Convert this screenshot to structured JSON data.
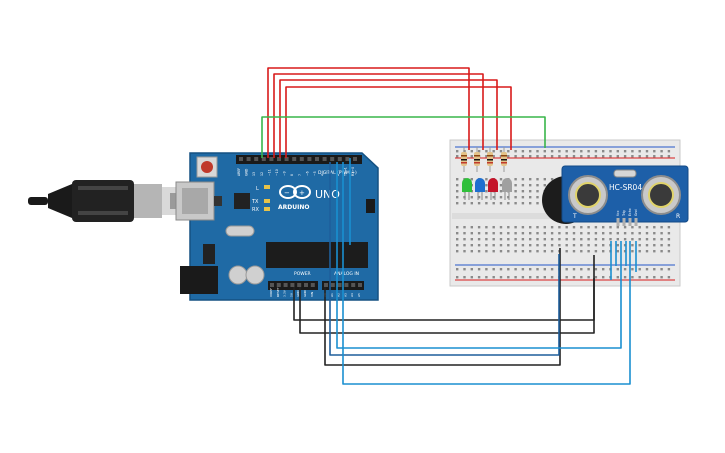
{
  "board": {
    "brand": "ARDUINO",
    "model": "UNO",
    "digital_header": "DIGITAL (PWM ~)",
    "power_header": "POWER",
    "analog_header": "ANALOG IN",
    "led_l": "L",
    "led_tx": "TX",
    "led_rx": "RX",
    "pin_labels_top": [
      "AREF",
      "GND",
      "13",
      "12",
      "~11",
      "~10",
      "~9",
      "8",
      "7",
      "~6",
      "~5",
      "4",
      "~3",
      "2",
      "TX→1",
      "RX←0"
    ],
    "pin_labels_power": [
      "IOREF",
      "RESET",
      "3.3V",
      "5V",
      "GND",
      "GND",
      "VIN"
    ],
    "pin_labels_analog": [
      "A0",
      "A1",
      "A2",
      "A3",
      "A4",
      "A5"
    ]
  },
  "sensor": {
    "name": "HC-SR04",
    "pins": [
      "Vcc",
      "Trig",
      "Echo",
      "Gnd"
    ],
    "label_t": "T",
    "label_r": "R"
  },
  "leds": {
    "colors": [
      "#2fbf3a",
      "#1e6fd0",
      "#c4142a",
      "#a0a0a0"
    ]
  },
  "wire_colors": {
    "red": "#d81a1a",
    "green": "#39b54a",
    "black": "#222222",
    "blue": "#1a8fd0",
    "board_blue": "#1f5f9c"
  }
}
